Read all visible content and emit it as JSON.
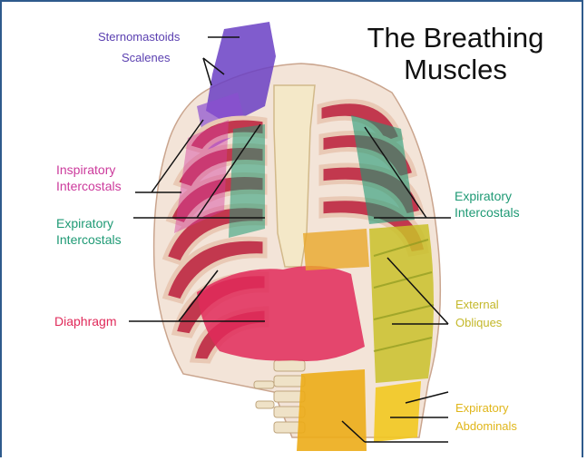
{
  "title_line1": "The Breathing",
  "title_line2": "Muscles",
  "labels": {
    "sternomastoids": "Sternomastoids",
    "scalenes": "Scalenes",
    "insp_1": "Inspiratory",
    "insp_2": "Intercostals",
    "expl_1": "Expiratory",
    "expl_2": "Intercostals",
    "expr_1": "Expiratory",
    "expr_2": "Intercostals",
    "diaphragm": "Diaphragm",
    "ext_1": "External",
    "ext_2": "Obliques",
    "abd_1": "Expiratory",
    "abd_2": "Abdominals"
  },
  "colors": {
    "neck": "#6a3fc4",
    "inspiratory": "#d43ea0",
    "expiratory": "#1f9a75",
    "diaphragm": "#e02a5a",
    "obliques": "#c9c12a",
    "abdominals": "#e8b820",
    "frame": "#2e5a8c"
  }
}
